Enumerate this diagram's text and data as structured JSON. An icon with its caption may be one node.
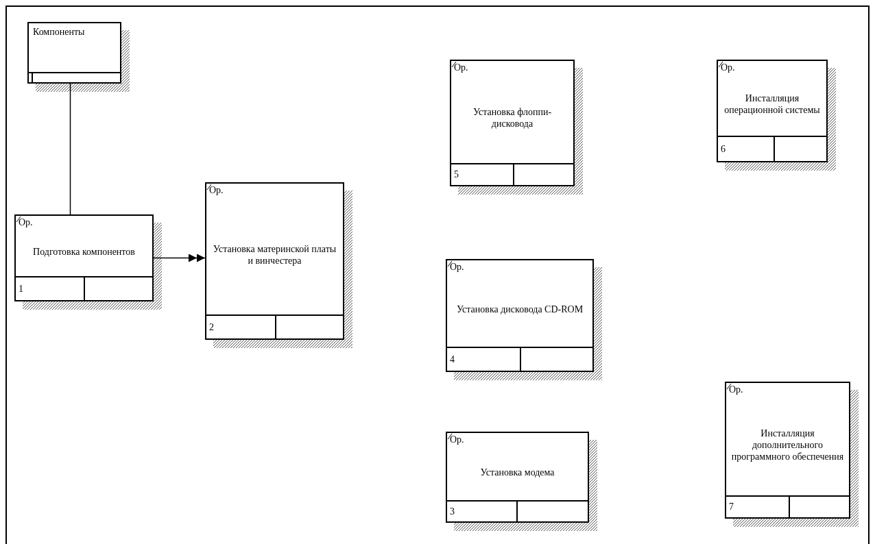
{
  "diagram": {
    "nodes": [
      {
        "text": [
          "Компоненты"
        ]
      },
      {
        "text": [
          "Ор.",
          "Подготовка компонентов",
          "1"
        ]
      },
      {
        "text": [
          "Ор.",
          "Установка материнской платы и винчестера",
          "2"
        ]
      },
      {
        "text": [
          "Ор.",
          "Установка флоппи-дисковода",
          "5"
        ]
      },
      {
        "text": [
          "Ор.",
          "Инсталляция операционной системы",
          "6"
        ]
      },
      {
        "text": [
          "Ор.",
          "Установка дисковода CD-ROM",
          "4"
        ]
      },
      {
        "text": [
          "Ор.",
          "Установка модема",
          "3"
        ]
      },
      {
        "text": [
          "Ор.",
          "Инсталляция дополнительного программного обеспечения",
          "7"
        ]
      }
    ],
    "edges": [
      {
        "from": 0,
        "to": 1,
        "arrow": "none"
      },
      {
        "from": 1,
        "to": 2,
        "arrow": "to"
      }
    ]
  }
}
